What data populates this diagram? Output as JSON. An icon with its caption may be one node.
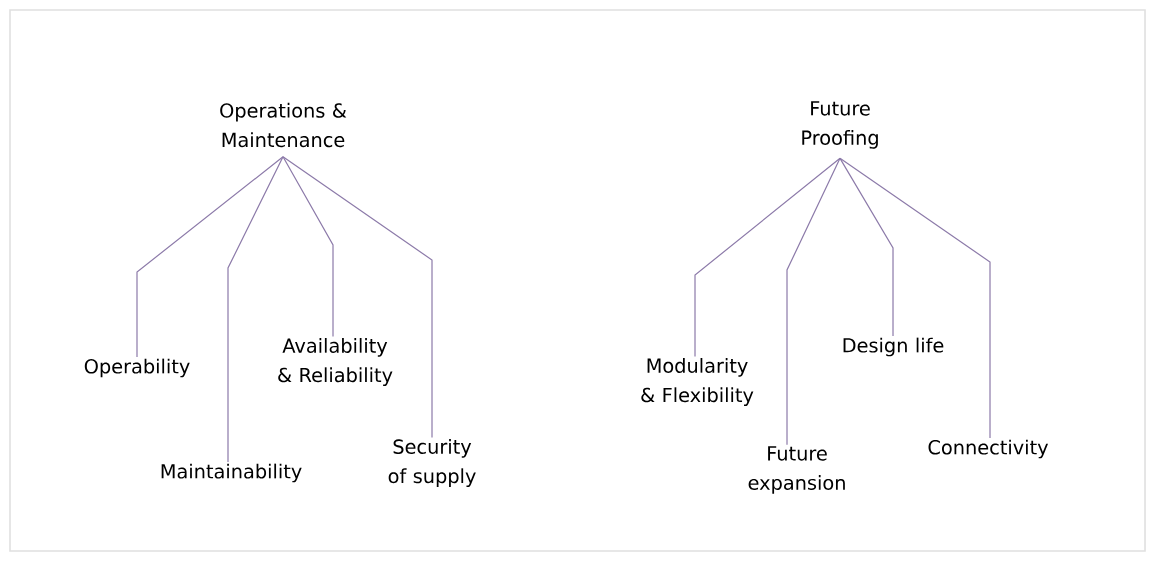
{
  "diagram": {
    "nodes": [
      {
        "text": [
          "Operations & Maintenance"
        ]
      },
      {
        "text": [
          "Operability"
        ]
      },
      {
        "text": [
          "Maintainability"
        ]
      },
      {
        "text": [
          "Availability & Reliability"
        ]
      },
      {
        "text": [
          "Security of supply"
        ]
      },
      {
        "text": [
          "Future Proofing"
        ]
      },
      {
        "text": [
          "Modularity & Flexibility"
        ]
      },
      {
        "text": [
          "Future expansion"
        ]
      },
      {
        "text": [
          "Design life"
        ]
      },
      {
        "text": [
          "Connectivity"
        ]
      }
    ],
    "edges": [
      {
        "from": 0,
        "to": 1,
        "arrow": "none"
      },
      {
        "from": 0,
        "to": 2,
        "arrow": "none"
      },
      {
        "from": 0,
        "to": 3,
        "arrow": "none"
      },
      {
        "from": 0,
        "to": 4,
        "arrow": "none"
      },
      {
        "from": 5,
        "to": 6,
        "arrow": "none"
      },
      {
        "from": 5,
        "to": 7,
        "arrow": "none"
      },
      {
        "from": 5,
        "to": 8,
        "arrow": "none"
      },
      {
        "from": 5,
        "to": 9,
        "arrow": "none"
      }
    ]
  }
}
